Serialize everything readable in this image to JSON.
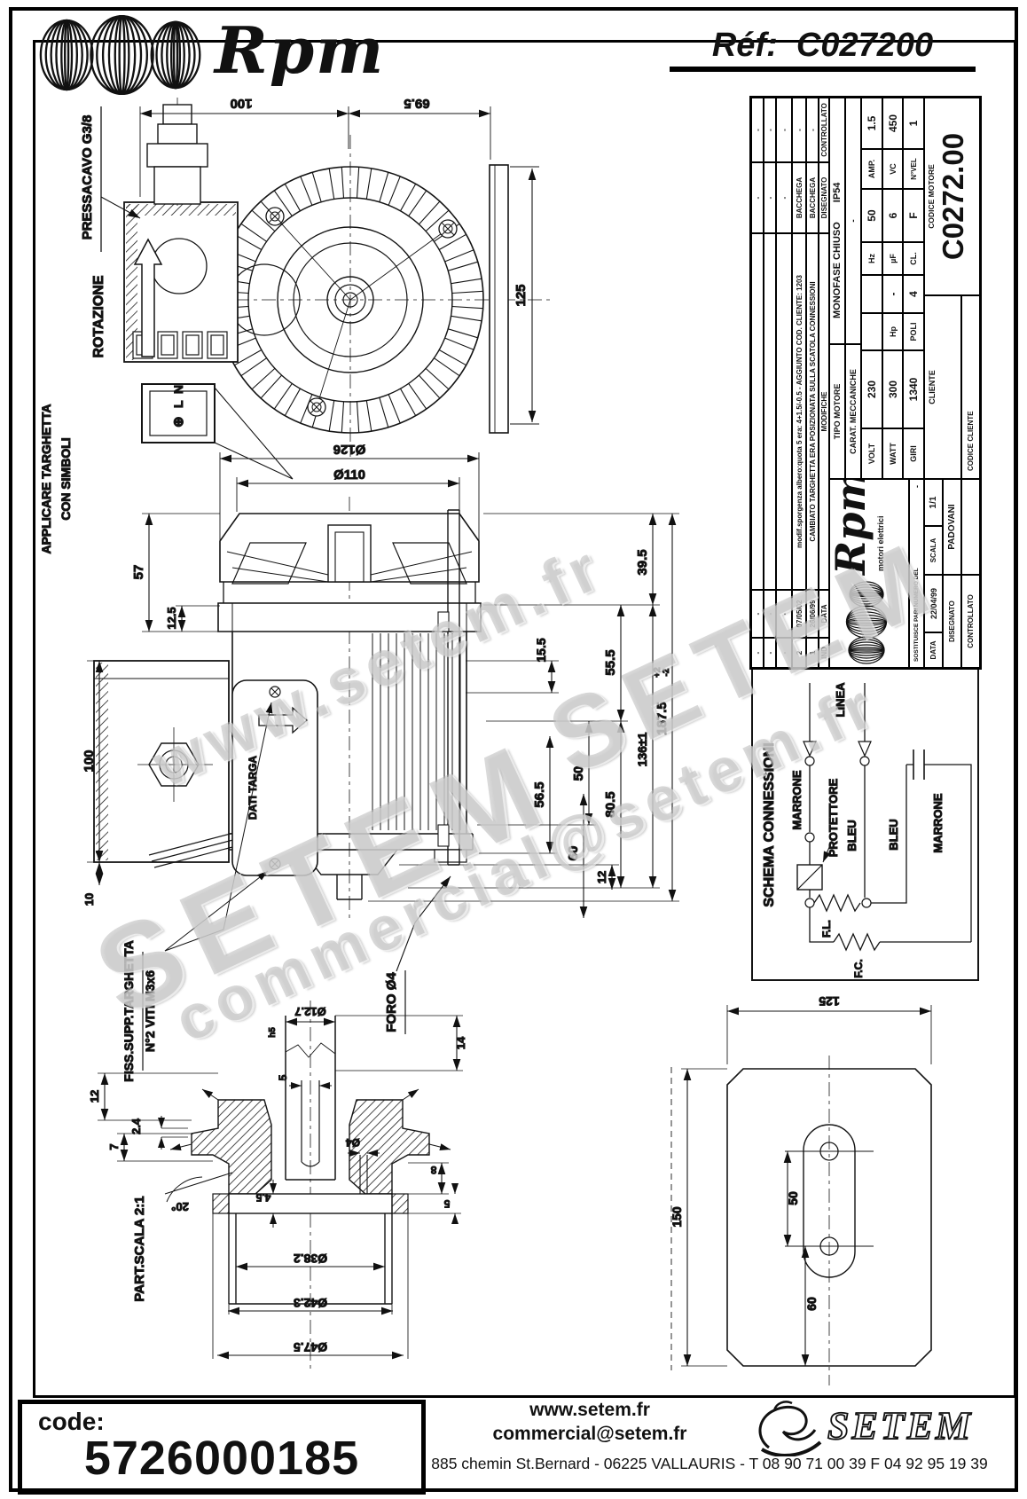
{
  "header": {
    "brand": "Rpm",
    "ref_label": "Réf:",
    "ref_value": "C027200"
  },
  "annotations": {
    "pressacavo": "PRESSACAVO G3/8",
    "rotazione": "ROTAZIONE",
    "ground": "⊕",
    "l": "L",
    "n": "N",
    "applicare_1": "APPLICARE TARGHETTA",
    "applicare_2": "CON SIMBOLI",
    "fiss_1": "FISS.SUPP.TARGHETTA",
    "fiss_2": "N°2 VITI M3x6",
    "part_scala": "PART.SCALA 2:1",
    "foro": "FORO Ø4",
    "dati_targa": "DATI TARGA"
  },
  "front_view": {
    "dim_100": "100",
    "dim_69_5": "69.5",
    "dim_125": "125"
  },
  "side_view": {
    "dia_126": "Ø126",
    "dia_110": "Ø110",
    "dim_57": "57",
    "dim_12_5": "12.5",
    "dim_100": "100",
    "dim_10": "10",
    "dim_39_5": "39.5",
    "dim_15_5": "15.5",
    "dim_55_5": "55.5",
    "dim_50": "50",
    "dim_56_5": "56.5",
    "dim_80_5": "80.5",
    "dim_60": "60",
    "dim_136": "136±1",
    "dim_187_5": "187.5",
    "tol_plus": "+2",
    "tol_minus": "-2",
    "dim_12": "12"
  },
  "shaft_detail": {
    "dia_12_7": "Ø12.7",
    "h5": "h5",
    "dim_5_key": "5",
    "dim_2_4": "2.4",
    "dim_12": "12",
    "dim_7": "7",
    "angle_20": "20°",
    "dim_4_5": "4.5",
    "dia_4": "Ø4",
    "dim_8": "8",
    "dim_14": "14",
    "dim_5": "5",
    "dia_38_2": "Ø38.2",
    "dia_42_3": "Ø42.3",
    "dia_47_5": "Ø47.5"
  },
  "plate_view": {
    "dim_125": "125",
    "dim_150": "150",
    "dim_50": "50",
    "dim_60": "60"
  },
  "title_block": {
    "rev_header": {
      "ind": "IND",
      "data": "DATA",
      "modifiche": "MODIFICHE",
      "disegnato": "DISEGNATO",
      "controllato": "CONTROLLATO"
    },
    "rev_rows": [
      {
        "ind": "-",
        "data": "-",
        "mod": "",
        "dis": "-",
        "con": "-"
      },
      {
        "ind": "-",
        "data": "-",
        "mod": "",
        "dis": "-",
        "con": "-"
      },
      {
        "ind": "-",
        "data": "-",
        "mod": "",
        "dis": "-",
        "con": "-"
      },
      {
        "ind": "2",
        "data": "07/05/02",
        "mod": "modif.sporgenza albero:quota 5 era: 4+1.5/-0.5 - AGGIUNTO COD. CLIENTE: 1203",
        "dis": "BACCHEGA",
        "con": "-"
      },
      {
        "ind": "1",
        "data": "26/06/99",
        "mod": "CAMBIATO TARGHETTA ERA POSIZIONATA SULLA SCATOLA CONNESSIONI",
        "dis": "BACCHEGA",
        "con": "-"
      }
    ],
    "tipo_label": "TIPO MOTORE",
    "tipo_value": "MONOFASE CHIUSO",
    "ip": "IP54",
    "carat_label": "CARAT. MECCANICHE",
    "carat_value": "-",
    "specs": {
      "volt_l": "VOLT",
      "volt": "230",
      "watt_l": "WATT",
      "watt": "300",
      "giri_l": "GIRI",
      "giri": "1340",
      "hp_l": "Hp",
      "hp": "-",
      "poli_l": "POLI",
      "poli": "4",
      "hz_l": "Hz",
      "hz": "50",
      "uf_l": "µF",
      "uf": "6",
      "cl_l": "CL.",
      "cl": "F",
      "amp_l": "AMP.",
      "amp": "1.5",
      "vc_l": "VC",
      "vc": "450",
      "nvel_l": "N°VEL",
      "nvel": "1"
    },
    "logo": "Rpm",
    "logo_sub": "motori elettrici",
    "sost_label": "SOSTITUISCE PARI NUMERO DEL",
    "sost_value": "-",
    "data_label": "DATA",
    "data_value": "22/04/99",
    "scala_label": "SCALA",
    "scala_value": "1/1",
    "disegnato_label": "DISEGNATO",
    "disegnato_value": "PADOVANI",
    "controllato_label": "CONTROLLATO",
    "cliente_label": "CLIENTE",
    "codice_cliente_label": "CODICE CLIENTE",
    "codice_motore_label": "CODICE MOTORE",
    "codice_motore": "C0272.00"
  },
  "schema": {
    "title": "SCHEMA CONNESSIONI",
    "linea": "LINEA",
    "marrone_1": "MARRONE",
    "protettore": "PROTETTORE",
    "bleu_1": "BLEU",
    "bleu_2": "BLEU",
    "marrone_2": "MARRONE",
    "fl": "F.L.",
    "fc": "F.C."
  },
  "watermarks": {
    "wm1": "www.setem.fr",
    "wm2": "SETEM",
    "wm3": "SETEM",
    "wm4": "commercial@setem.fr"
  },
  "footer": {
    "code_label": "code:",
    "code": "5726000185",
    "site": "www.setem.fr",
    "email": "commercial@setem.fr",
    "address": "885 chemin St.Bernard  -  06225 VALLAURIS  -  T 08 90 71 00 39   F 04 92 95 19 39",
    "brand": "SETEM"
  }
}
